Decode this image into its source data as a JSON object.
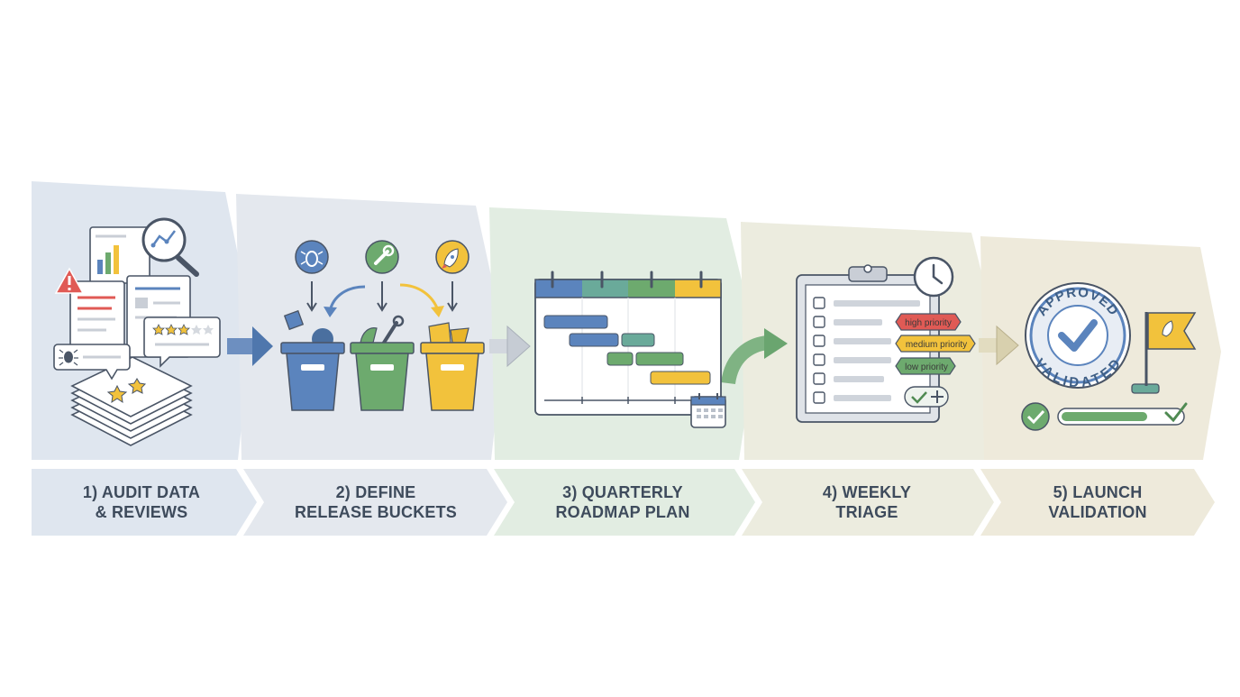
{
  "steps": [
    {
      "number": "1)",
      "line1": "AUDIT DATA",
      "line2": "& REVIEWS"
    },
    {
      "number": "2)",
      "line1": "DEFINE",
      "line2": "RELEASE BUCKETS"
    },
    {
      "number": "3)",
      "line1": "QUARTERLY",
      "line2": "ROADMAP PLAN"
    },
    {
      "number": "4)",
      "line1": "WEEKLY",
      "line2": "TRIAGE"
    },
    {
      "number": "5)",
      "line1": "LAUNCH",
      "line2": "VALIDATION"
    }
  ],
  "triage": {
    "tags": [
      "high priority",
      "medium priority",
      "low priority"
    ]
  },
  "validation": {
    "badge_top": "APPROVED",
    "badge_bottom": "VALIDATED",
    "progress": 0.72
  },
  "colors": {
    "blue": "#5b84bd",
    "green": "#6daa6e",
    "yellow": "#f2c23c",
    "red": "#e05a55",
    "panel1": "#dfe6ef",
    "panel2": "#e4e8ee",
    "panel3": "#e2ede2",
    "panel4": "#ececdf",
    "panel5": "#eeeadb",
    "outline": "#4a5566"
  },
  "icons": [
    "bar-chart-icon",
    "magnifier-icon",
    "warning-icon",
    "bug-icon",
    "star-rating-icon",
    "wrench-icon",
    "rocket-icon",
    "calendar-icon",
    "clock-icon",
    "clipboard-icon",
    "checkmark-icon",
    "flag-icon"
  ]
}
